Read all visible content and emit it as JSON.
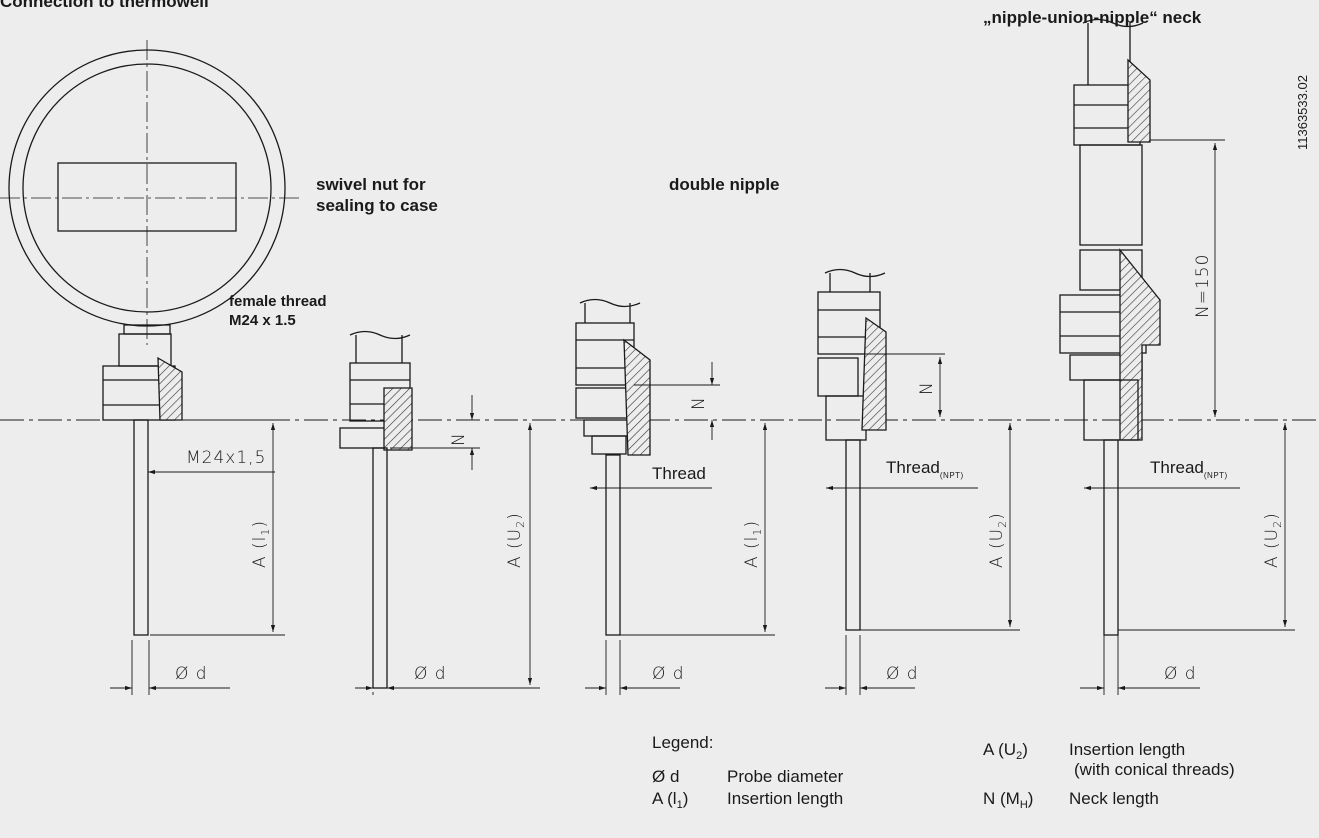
{
  "headings": {
    "top_left": "Connection to thermowell",
    "nipple_union_nipple": "„nipple-union-nipple“ neck",
    "swivel_nut_1": "swivel nut for",
    "swivel_nut_2": "sealing to case",
    "double_nipple": "double nipple",
    "female_thread_1": "female thread",
    "female_thread_2": "M24 x 1.5"
  },
  "drawing_id": "11363533.02",
  "dimensions": {
    "m24": "M24x1,5",
    "n": "N",
    "n150": "N=150",
    "thread": "Thread",
    "thread_npt_main": "Thread",
    "thread_npt_sub": "(NPT)",
    "a": "A (",
    "l1": "l",
    "u2": "U",
    "one": "1",
    "two": "2",
    "close": ")",
    "phi_d": "Ø d"
  },
  "legend": {
    "title": "Legend:",
    "items": [
      {
        "symbol": "Ø d",
        "text": "Probe diameter"
      },
      {
        "symbol": "A (l",
        "sub": "1",
        "symbol_end": ")",
        "text": "Insertion length"
      },
      {
        "symbol": "A (U",
        "sub": "2",
        "symbol_end": ")",
        "text": "Insertion length",
        "text2": "(with conical threads)"
      },
      {
        "symbol": "N (M",
        "sub": "H",
        "symbol_end": ")",
        "text": "Neck length"
      }
    ]
  }
}
